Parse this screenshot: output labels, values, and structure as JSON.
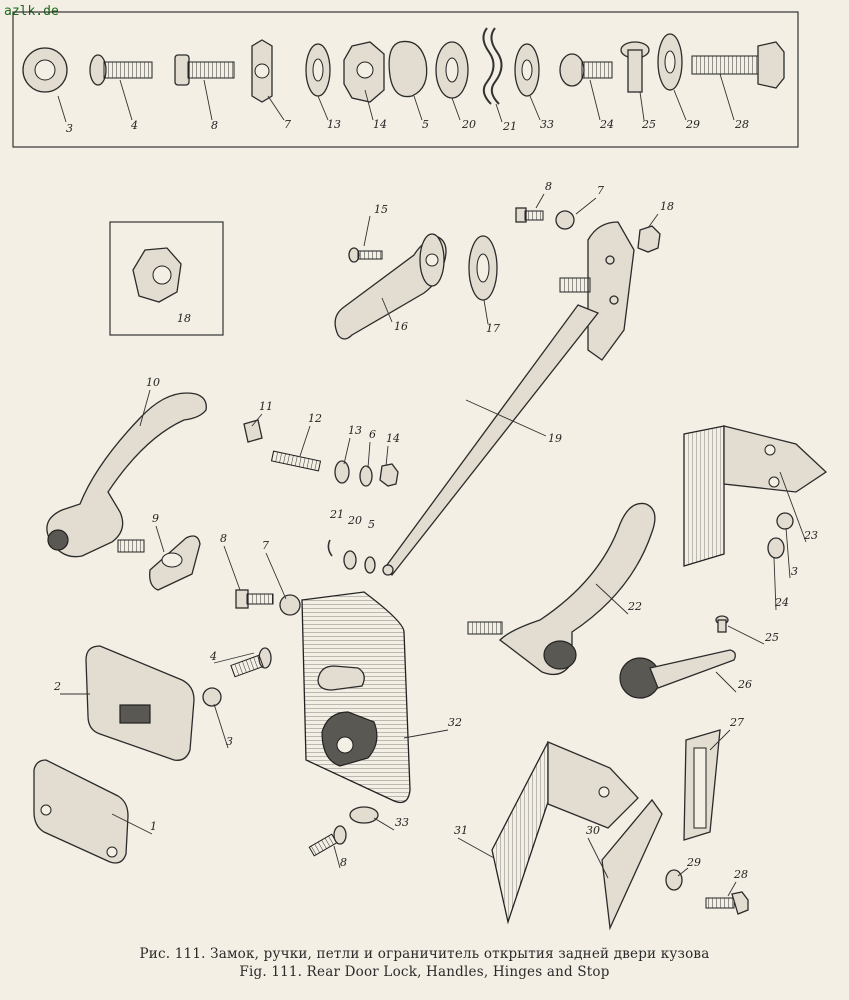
{
  "watermark": "azlk.de",
  "caption": {
    "ru": "Рис. 111. Замок, ручки, петли и ограничитель открытия задней двери кузова",
    "en": "Fig. 111. Rear Door Lock, Handles, Hinges and Stop"
  },
  "parts_legend_row": [
    "3",
    "4",
    "8",
    "7",
    "13",
    "14",
    "5",
    "20",
    "21",
    "33",
    "24",
    "25",
    "29",
    "28"
  ],
  "inset_label": "18",
  "callouts": [
    "15",
    "16",
    "17",
    "8",
    "7",
    "18",
    "19",
    "10",
    "11",
    "12",
    "13",
    "6",
    "14",
    "9",
    "21",
    "20",
    "5",
    "8",
    "7",
    "4",
    "2",
    "3",
    "1",
    "32",
    "33",
    "8",
    "22",
    "25",
    "26",
    "23",
    "3",
    "24",
    "31",
    "30",
    "27",
    "29",
    "28"
  ]
}
